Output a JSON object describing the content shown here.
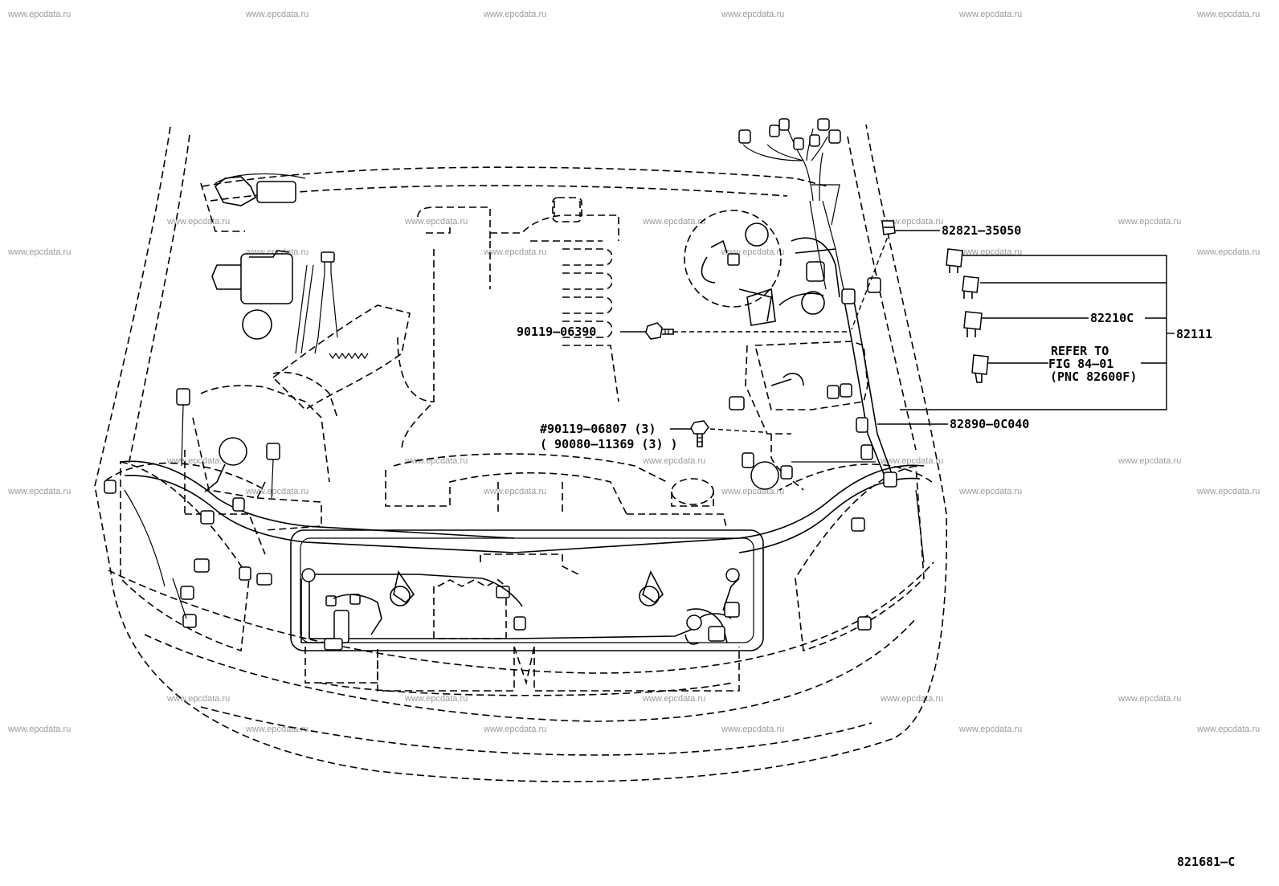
{
  "watermark": "www.epcdata.ru",
  "figure_id": "821681–C",
  "callouts": {
    "p82821": "82821–35050",
    "p82210c": "82210C",
    "p82111": "82111",
    "refer_line1": "REFER TO",
    "refer_line2": "FIG 84–01",
    "refer_line3": "(PNC 82600F)",
    "p82890": "82890–0C040",
    "p90119_06390": "90119–06390",
    "p90119_06807": "#90119–06807 (3)",
    "p90080_11369": "( 90080–11369 (3) )"
  },
  "icons": {
    "bolt": "bolt-icon",
    "screw": "screw-icon",
    "relay": "relay-icon",
    "connector": "connector-icon"
  }
}
